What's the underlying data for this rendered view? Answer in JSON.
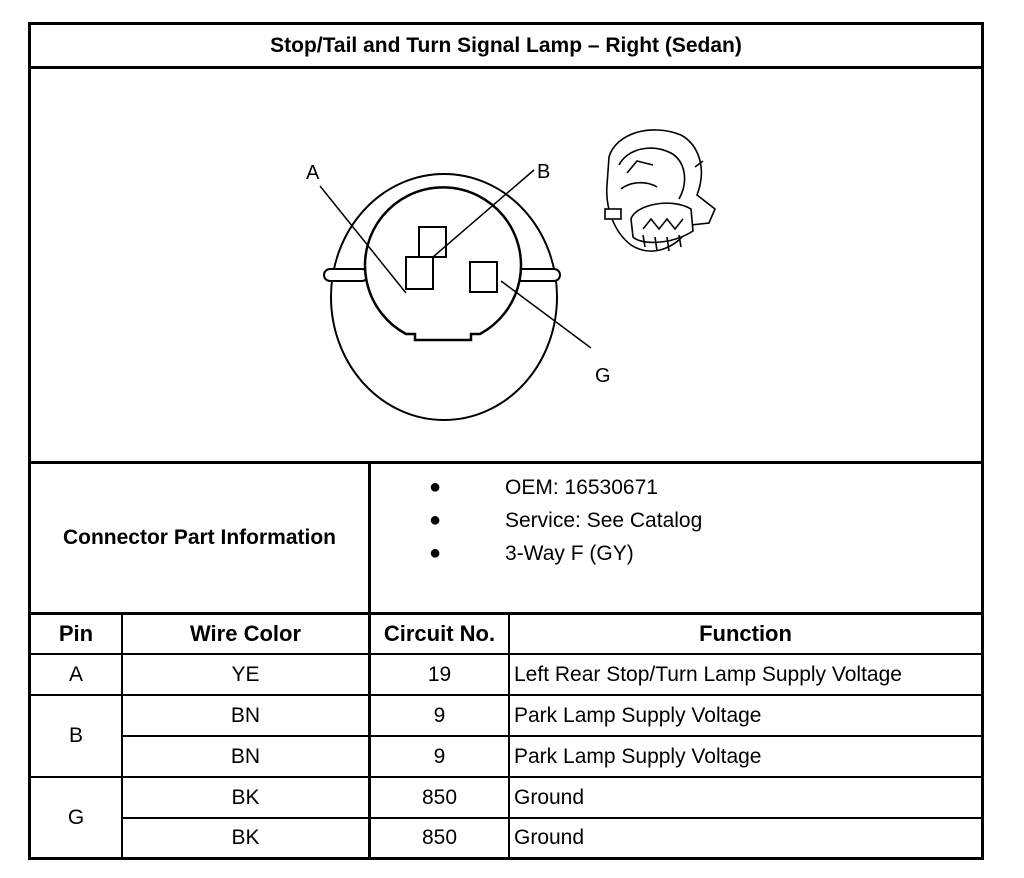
{
  "title": "Stop/Tail and Turn Signal Lamp – Right (Sedan)",
  "diagram": {
    "pin_labels": [
      "A",
      "B",
      "G"
    ]
  },
  "connector_info": {
    "label": "Connector Part Information",
    "items": [
      "OEM: 16530671",
      "Service: See Catalog",
      "3-Way F (GY)"
    ]
  },
  "table": {
    "headers": [
      "Pin",
      "Wire Color",
      "Circuit No.",
      "Function"
    ],
    "groups": [
      {
        "pin": "A",
        "rows": [
          {
            "wire": "YE",
            "circuit": "19",
            "function": "Left Rear Stop/Turn Lamp Supply Voltage"
          }
        ]
      },
      {
        "pin": "B",
        "rows": [
          {
            "wire": "BN",
            "circuit": "9",
            "function": "Park Lamp Supply Voltage"
          },
          {
            "wire": "BN",
            "circuit": "9",
            "function": "Park Lamp Supply Voltage"
          }
        ]
      },
      {
        "pin": "G",
        "rows": [
          {
            "wire": "BK",
            "circuit": "850",
            "function": "Ground"
          },
          {
            "wire": "BK",
            "circuit": "850",
            "function": "Ground"
          }
        ]
      }
    ]
  }
}
